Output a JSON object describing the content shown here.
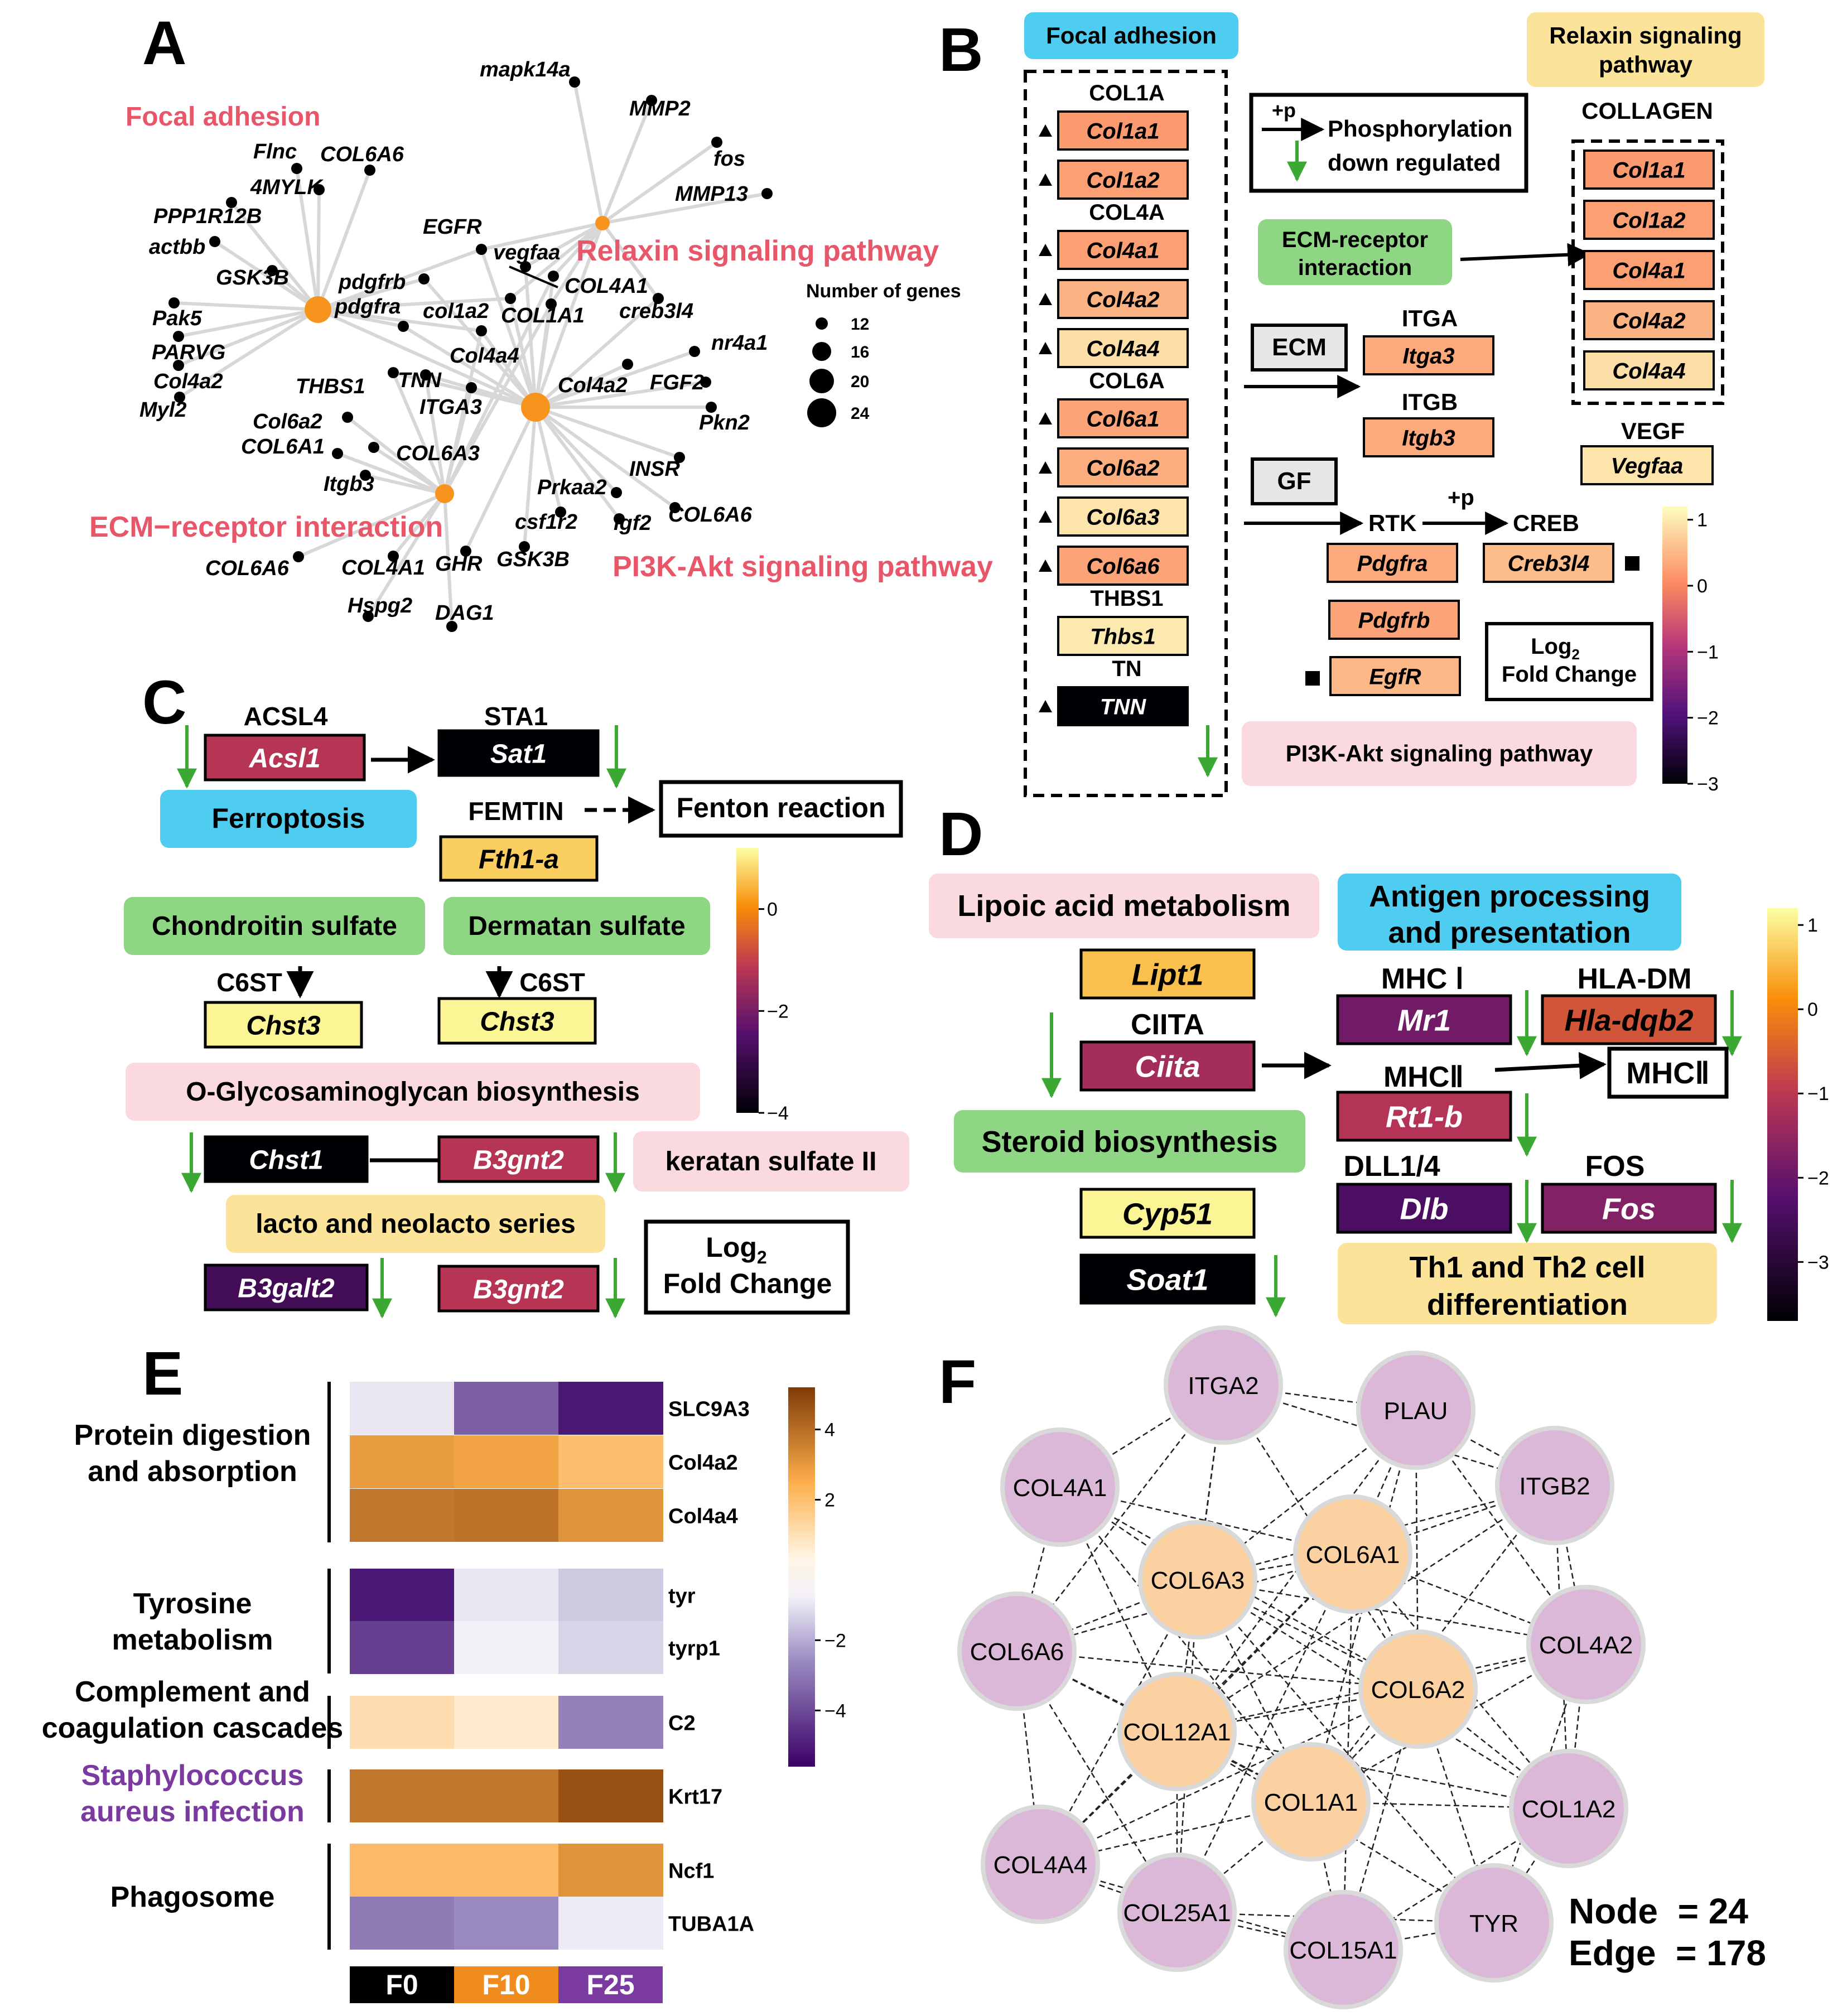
{
  "panels": {
    "a": "A",
    "b": "B",
    "c": "C",
    "d": "D",
    "e": "E",
    "f": "F"
  },
  "A": {
    "pathways": [
      {
        "name": "Focal adhesion",
        "color": "#e8566a"
      },
      {
        "name": "Relaxin signaling pathway",
        "color": "#e8566a"
      },
      {
        "name": "ECM−receptor interaction",
        "color": "#e8566a"
      },
      {
        "name": "PI3K-Akt signaling pathway",
        "color": "#e8566a"
      }
    ],
    "genes": [
      "mapk14a",
      "MMP2",
      "fos",
      "MMP13",
      "COL6A6",
      "Flnc",
      "4MYLK",
      "PPP1R12B",
      "actbb",
      "GSK3B",
      "Pak5",
      "PARVG",
      "Col4a2",
      "Myl2",
      "EGFR",
      "vegfaa",
      "pdgfrb",
      "pdgfra",
      "col1a2",
      "COL4A1",
      "COL1A1",
      "creb3l4",
      "nr4a1",
      "FGF2",
      "Pkn2",
      "Col4a4",
      "Col4a2",
      "THBS1",
      "TNN",
      "ITGA3",
      "Col6a2",
      "COL6A1",
      "COL6A3",
      "Itgb3",
      "Prkaa2",
      "INSR",
      "COL6A6",
      "csf1r2",
      "igf2",
      "GHR",
      "GSK3B",
      "COL6A6",
      "COL4A1",
      "Hspg2",
      "DAG1"
    ],
    "legend": {
      "title": "Number of genes",
      "sizes": [
        "12",
        "16",
        "20",
        "24"
      ]
    }
  },
  "B": {
    "focal_label": "Focal adhesion",
    "relaxin_label": [
      "Relaxin signaling",
      "pathway"
    ],
    "groups": [
      {
        "name": "COL1A",
        "genes": [
          {
            "g": "Col1a1",
            "v": 0.2
          },
          {
            "g": "Col1a2",
            "v": 0.25
          }
        ]
      },
      {
        "name": "COL4A",
        "genes": [
          {
            "g": "Col4a1",
            "v": 0.25
          },
          {
            "g": "Col4a2",
            "v": 0.45
          },
          {
            "g": "Col4a4",
            "v": 0.9
          }
        ]
      },
      {
        "name": "COL6A",
        "genes": [
          {
            "g": "Col6a1",
            "v": 0.3
          },
          {
            "g": "Col6a2",
            "v": 0.4
          },
          {
            "g": "Col6a3",
            "v": 0.95
          },
          {
            "g": "Col6a6",
            "v": 0.3
          }
        ]
      },
      {
        "name": "THBS1",
        "genes": [
          {
            "g": "Thbs1",
            "v": 1.0
          }
        ]
      },
      {
        "name": "TN",
        "genes": [
          {
            "g": "TNN",
            "v": -3.0
          }
        ]
      }
    ],
    "legend_phos_label": "Phosphorylation",
    "legend_phos_p": "+p",
    "legend_down": "down regulated",
    "ecm_receptor": [
      "ECM-receptor",
      "interaction"
    ],
    "collagen_title": "COLLAGEN",
    "collagen": [
      {
        "g": "Col1a1",
        "v": 0.2
      },
      {
        "g": "Col1a2",
        "v": 0.25
      },
      {
        "g": "Col4a1",
        "v": 0.25
      },
      {
        "g": "Col4a2",
        "v": 0.45
      },
      {
        "g": "Col4a4",
        "v": 0.9
      }
    ],
    "ecm": "ECM",
    "gf": "GF",
    "itga": "ITGA",
    "itga_gene": {
      "g": "Itga3",
      "v": 0.35
    },
    "itgb": "ITGB",
    "itgb_gene": {
      "g": "Itgb3",
      "v": 0.35
    },
    "vegf": "VEGF",
    "vegf_gene": {
      "g": "Vegfaa",
      "v": 0.95
    },
    "rtk": "RTK",
    "creb": "CREB",
    "plus_p": "+p",
    "pdgfra": {
      "g": "Pdgfra",
      "v": 0.35
    },
    "pdgfrb": {
      "g": "Pdgfrb",
      "v": 0.3
    },
    "egfr": {
      "g": "EgfR",
      "v": 0.5
    },
    "creb3l4": {
      "g": "Creb3l4",
      "v": 0.55
    },
    "fold_change": [
      "Log",
      "2",
      "Fold Change"
    ],
    "pi3k": "PI3K-Akt signaling pathway",
    "colorbar": {
      "ticks": [
        "1",
        "0",
        "−1",
        "−2",
        "−3"
      ],
      "min": -3,
      "max": 1.2
    }
  },
  "C": {
    "acsl4": "ACSL4",
    "acsl1": {
      "g": "Acsl1",
      "v": -1.2
    },
    "sta1": "STA1",
    "sat1": {
      "g": "Sat1",
      "v": -4
    },
    "ferroptosis": "Ferroptosis",
    "femtin": "FEMTIN",
    "fenton": "Fenton reaction",
    "fth1a": {
      "g": "Fth1-a",
      "v": 0.7
    },
    "chondroitin": "Chondroitin sulfate",
    "dermatan": "Dermatan sulfate",
    "c6st": "C6ST",
    "chst3_1": {
      "g": "Chst3",
      "v": 1.1
    },
    "chst3_2": {
      "g": "Chst3",
      "v": 1.1
    },
    "oglyco": "O-Glycosaminoglycan biosynthesis",
    "chst1": {
      "g": "Chst1",
      "v": -4
    },
    "b3gnt2_1": {
      "g": "B3gnt2",
      "v": -1.2
    },
    "keratan": "keratan sulfate II",
    "lacto": "lacto and neolacto series",
    "b3galt2": {
      "g": "B3galt2",
      "v": -2.8
    },
    "b3gnt2_2": {
      "g": "B3gnt2",
      "v": -1.2
    },
    "fold_change": [
      "Log",
      "2",
      "Fold Change"
    ],
    "colorbar": {
      "ticks": [
        "0",
        "−2",
        "−4"
      ],
      "min": -4,
      "max": 1.2
    }
  },
  "D": {
    "lipoic": "Lipoic acid metabolism",
    "antigen": [
      "Antigen processing",
      "and presentation"
    ],
    "lipt1": {
      "g": "Lipt1",
      "v": 0.6
    },
    "ciita_label": "CIITA",
    "ciita": {
      "g": "Ciita",
      "v": -1.3
    },
    "mhc1": "MHC Ⅰ",
    "mr1": {
      "g": "Mr1",
      "v": -1.9
    },
    "hladm": "HLA-DM",
    "hla": {
      "g": "Hla-dqb2",
      "v": -0.6
    },
    "mhc2": "MHCⅡ",
    "mhc2_box": "MHCⅡ",
    "rt1b": {
      "g": "Rt1-b",
      "v": -1.1
    },
    "steroid": "Steroid biosynthesis",
    "dll": "DLL1/4",
    "dlb": {
      "g": "Dlb",
      "v": -2.4
    },
    "fos_label": "FOS",
    "fos": {
      "g": "Fos",
      "v": -1.7
    },
    "cyp51": {
      "g": "Cyp51",
      "v": 1.1
    },
    "soat1": {
      "g": "Soat1",
      "v": -4
    },
    "th": [
      "Th1 and Th2 cell",
      "differentiation"
    ],
    "colorbar": {
      "ticks": [
        "1",
        "0",
        "−1",
        "−2",
        "−3"
      ],
      "min": -3.7,
      "max": 1.2
    }
  },
  "E": {
    "groups": [
      {
        "name": [
          "Protein digestion",
          "and absorption"
        ],
        "color": "#000000"
      },
      {
        "name": [
          "Tyrosine",
          "metabolism"
        ],
        "color": "#000000"
      },
      {
        "name": [
          "Complement and",
          "coagulation cascades"
        ],
        "color": "#000000"
      },
      {
        "name": [
          "Staphylococcus",
          "aureus infection"
        ],
        "color": "#7a3aa0"
      },
      {
        "name": [
          "Phagosome"
        ],
        "color": "#000000"
      }
    ],
    "genes": [
      "SLC9A3",
      "Col4a2",
      "Col4a4",
      "tyr",
      "tyrp1",
      "C2",
      "Krt17",
      "Ncf1",
      "TUBA1A"
    ],
    "columns": [
      "F0",
      "F10",
      "F25"
    ],
    "column_colors": [
      "#000000",
      "#f08c1e",
      "#7a3aa0"
    ],
    "chart_data": {
      "type": "heatmap",
      "rows": [
        "SLC9A3",
        "Col4a2",
        "Col4a4",
        "tyr",
        "tyrp1",
        "C2",
        "Krt17",
        "Ncf1",
        "TUBA1A"
      ],
      "columns": [
        "F0",
        "F10",
        "F25"
      ],
      "values": [
        [
          -1.0,
          -3.5,
          -5.0
        ],
        [
          2.8,
          2.6,
          1.9
        ],
        [
          3.6,
          3.7,
          3.0
        ],
        [
          -5.0,
          -1.0,
          -1.5
        ],
        [
          -4.2,
          -0.8,
          -1.3
        ],
        [
          1.0,
          0.6,
          -2.8
        ],
        [
          3.6,
          3.6,
          4.5
        ],
        [
          2.0,
          2.0,
          3.0
        ],
        [
          -2.9,
          -2.6,
          -0.9
        ]
      ],
      "colorbar_ticks": [
        "4",
        "2",
        "−2",
        "−4"
      ]
    }
  },
  "F": {
    "nodes": [
      "ITGA2",
      "PLAU",
      "COL4A1",
      "ITGB2",
      "COL6A3",
      "COL6A1",
      "COL6A6",
      "COL4A2",
      "COL6A2",
      "COL12A1",
      "COL1A1",
      "COL1A2",
      "COL4A4",
      "COL25A1",
      "COL15A1",
      "TYR"
    ],
    "node_label": "Node  = 24",
    "edge_label": "Edge  = 178"
  }
}
